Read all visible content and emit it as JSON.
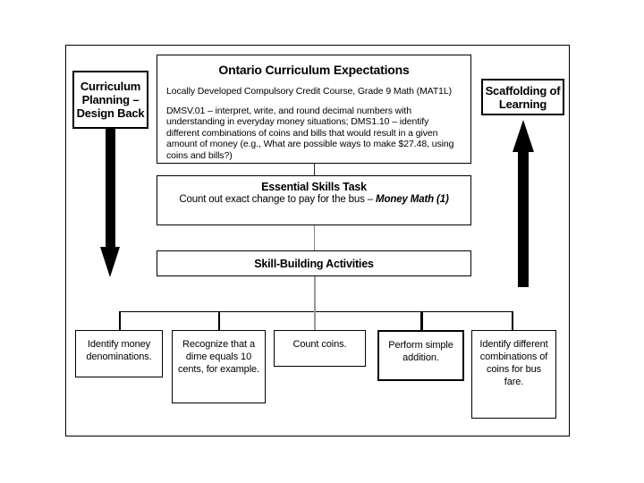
{
  "diagram": {
    "side_labels": {
      "left": {
        "name": "curriculum-planning",
        "text": "Curriculum Planning – Design Back",
        "arrow_direction": "down"
      },
      "right": {
        "name": "scaffolding",
        "text": "Scaffolding of Learning",
        "arrow_direction": "up"
      }
    },
    "nodes": {
      "ontario": {
        "title": "Ontario Curriculum Expectations",
        "line1": "Locally Developed Compulsory Credit Course, Grade 9 Math (MAT1L)",
        "line2": "DMSV.01 – interpret, write, and round decimal numbers with understanding in everyday money situations; DMS1.10 – identify different combinations of coins and bills that would result in a given amount of money (e.g., What are possible ways to make $27.48, using coins and bills?)"
      },
      "essential": {
        "title": "Essential Skills Task",
        "subtitle_plain": "Count out exact change to pay for the bus – ",
        "subtitle_italic": "Money Math (1)"
      },
      "skill_building": {
        "title": "Skill-Building Activities"
      }
    },
    "activities": [
      {
        "text": "Identify money denominations."
      },
      {
        "text": "Recognize that a dime equals 10 cents, for example."
      },
      {
        "text": "Count coins."
      },
      {
        "text": "Perform simple addition."
      },
      {
        "text": "Identify different combinations of coins for bus fare."
      }
    ],
    "colors": {
      "border": "#000000",
      "background": "#ffffff",
      "connector": "#888888",
      "arrow": "#000000"
    }
  }
}
